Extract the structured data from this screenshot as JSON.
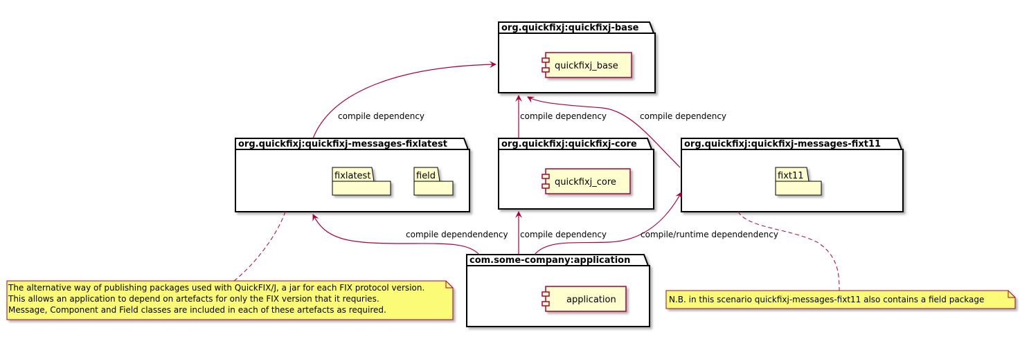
{
  "packages": {
    "base": {
      "title": "org.quickfixj:quickfixj-base"
    },
    "fixlatest": {
      "title": "org.quickfixj:quickfixj-messages-fixlatest"
    },
    "core": {
      "title": "org.quickfixj:quickfixj-core"
    },
    "fixt11": {
      "title": "org.quickfixj:quickfixj-messages-fixt11"
    },
    "application": {
      "title": "com.some-company:application"
    }
  },
  "components": {
    "quickfixj_base": "quickfixj_base",
    "quickfixj_core": "quickfixj_core",
    "application": "application"
  },
  "subpackages": {
    "fixlatest": "fixlatest",
    "field": "field",
    "fixt11": "fixt11"
  },
  "edges": {
    "fixlatest_to_base": "compile dependency",
    "core_to_base": "compile dependency",
    "fixt11_to_base": "compile dependency",
    "app_to_fixlatest": "compile dependendency",
    "app_to_core": "compile dependency",
    "app_to_fixt11": "compile/runtime dependendency"
  },
  "notes": {
    "left": {
      "line1": "The alternative way of publishing packages used with QuickFIX/J, a jar for each FIX protocol version.",
      "line2": "This allows an application to depend on artefacts for only the FIX version that it requries.",
      "line3": "Message, Component and Field classes are included in each of these artefacts as required."
    },
    "right": {
      "line1": "N.B. in this scenario quickfixj-messages-fixt11 also contains a field package"
    }
  },
  "colors": {
    "arrow": "#A80036",
    "component_fill": "#FEFECE",
    "component_border": "#A80036",
    "note_fill": "#FBFB77",
    "note_border": "#A80036",
    "package_border": "#000000"
  }
}
